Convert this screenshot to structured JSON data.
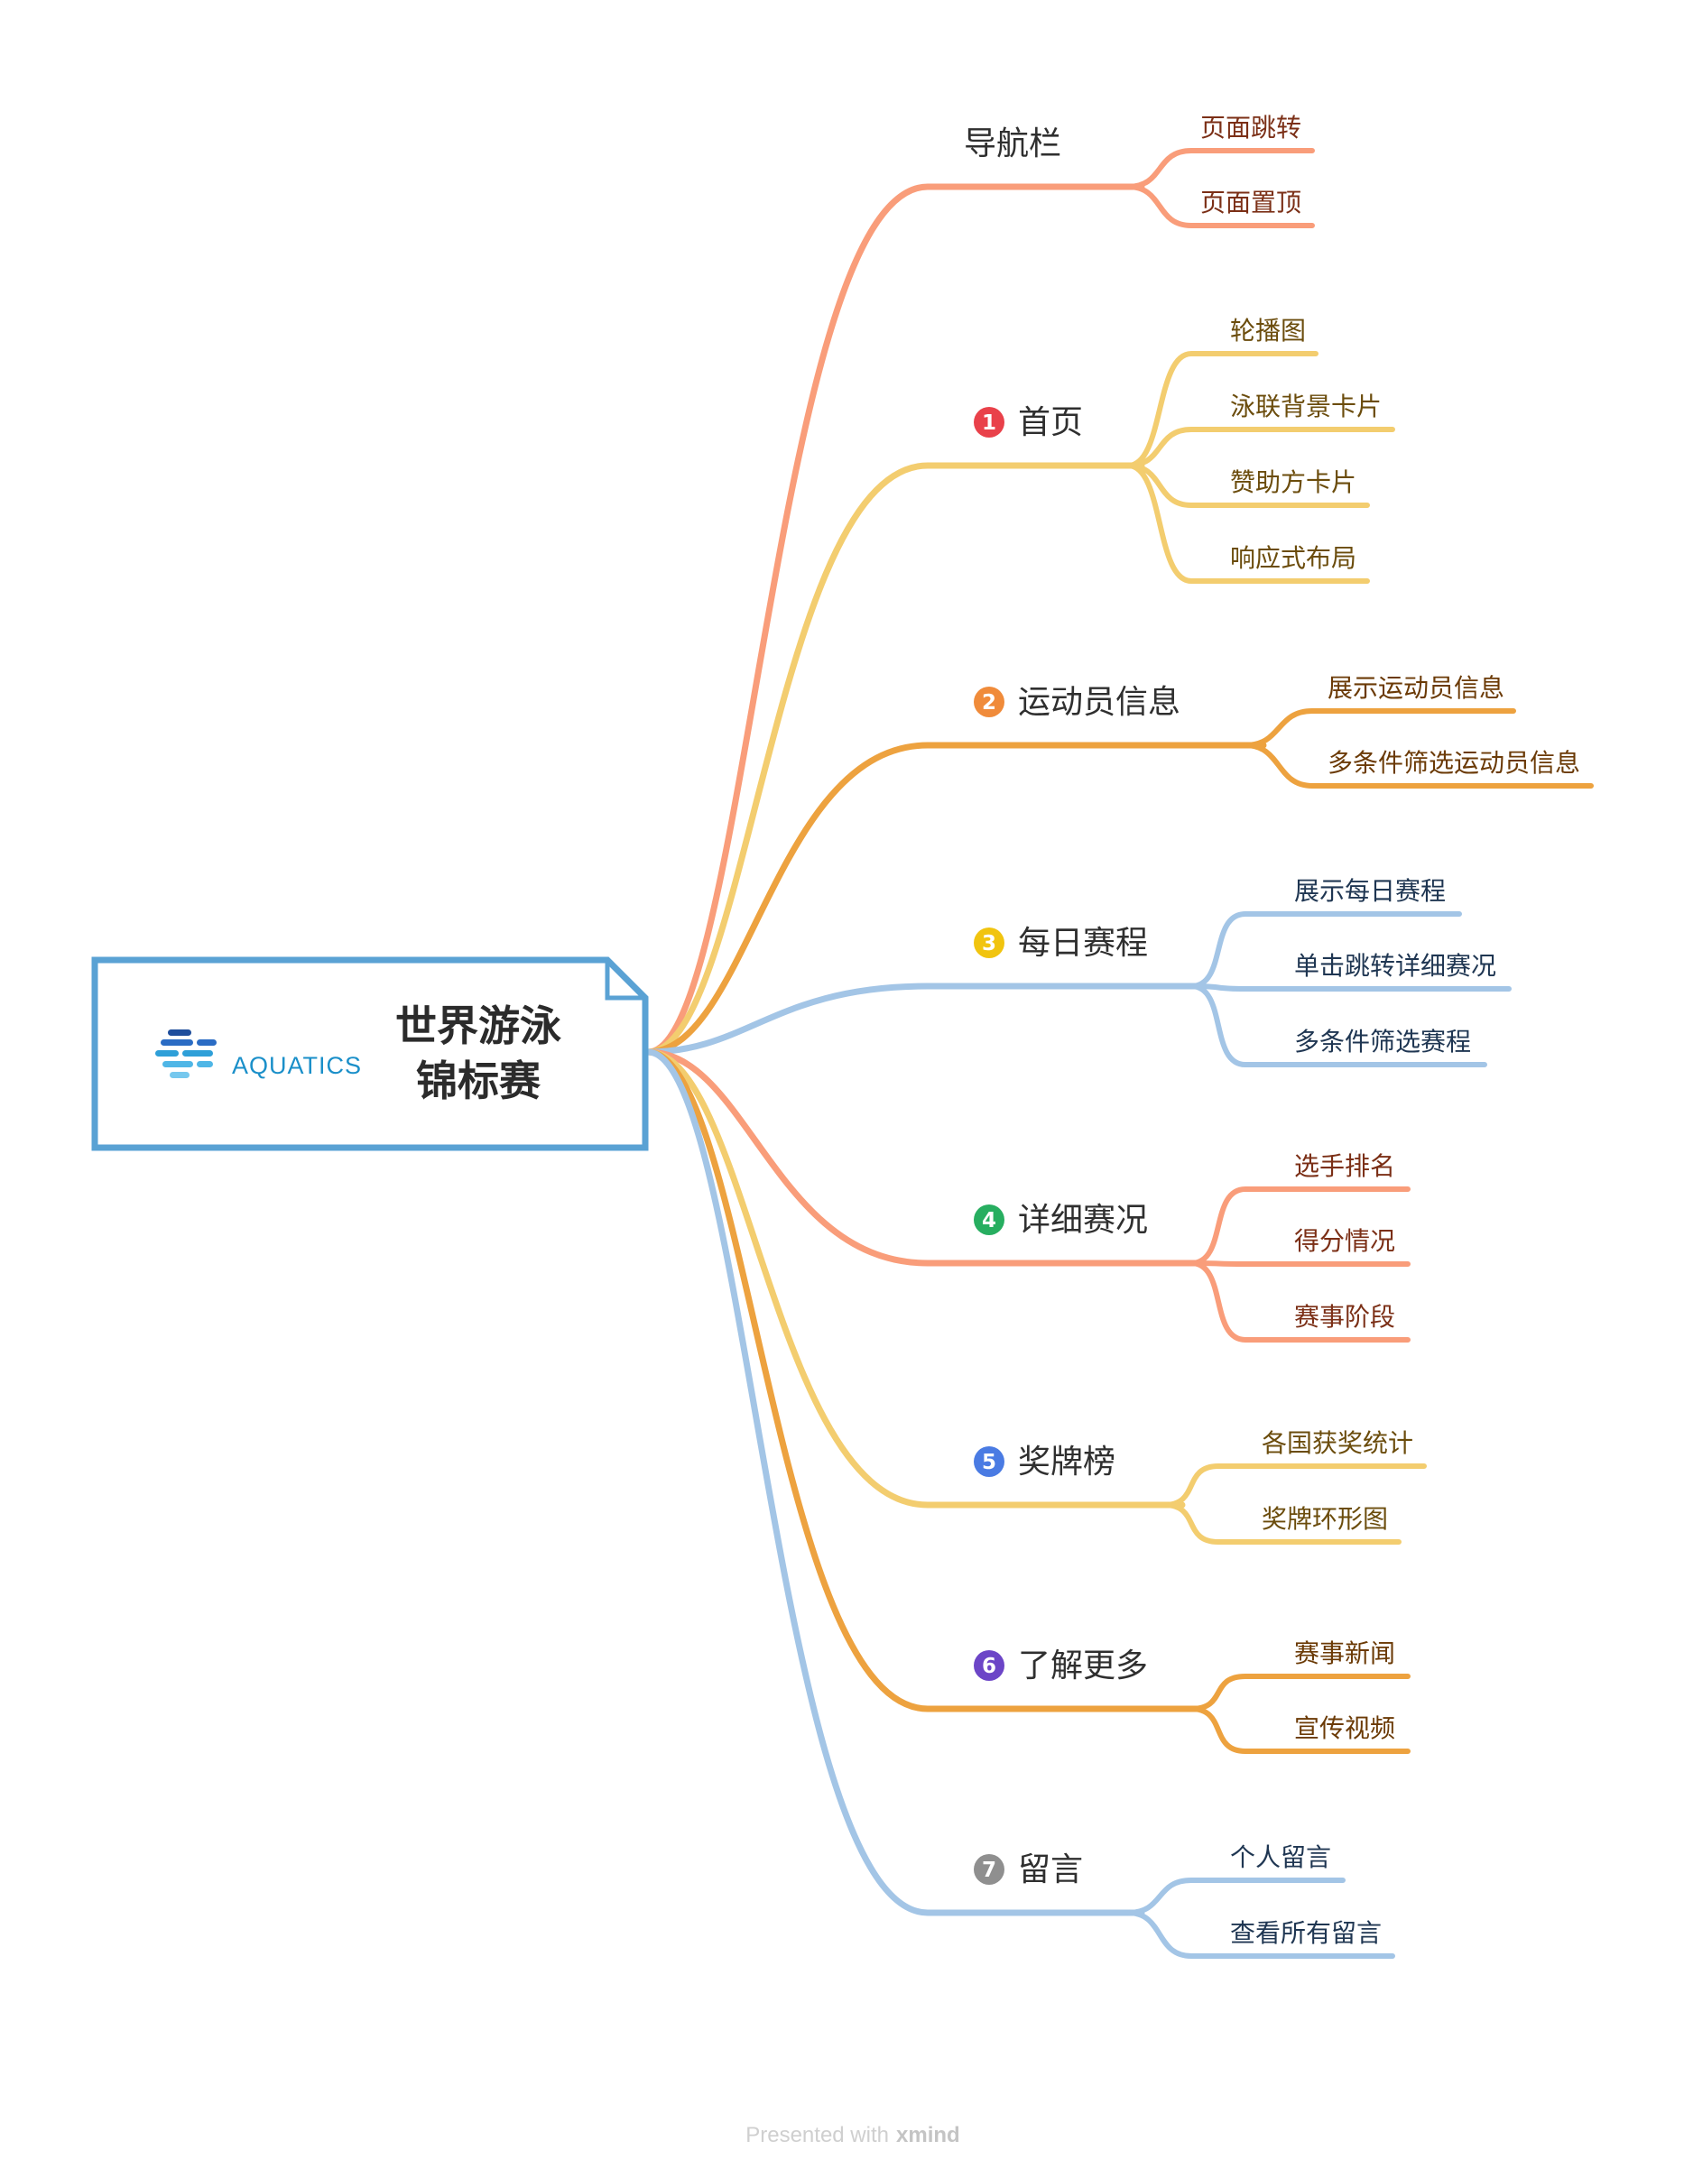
{
  "central": {
    "title_line1": "世界游泳",
    "title_line2": "锦标赛",
    "brand": "AQUATICS"
  },
  "colors": {
    "salmon": "#f99d7a",
    "yellow": "#f3cd6f",
    "orange": "#eda23f",
    "blue": "#a3c5e6",
    "frame": "#5aa2d4"
  },
  "branches": [
    {
      "label": "导航栏",
      "color": "#f99d7a",
      "text_color": "#7b2f16",
      "badge": "",
      "badge_color": "",
      "children": [
        "页面跳转",
        "页面置顶"
      ]
    },
    {
      "label": "首页",
      "color": "#f3cd6f",
      "text_color": "#6b4c0c",
      "badge": "1",
      "badge_color": "#e9414a",
      "children": [
        "轮播图",
        "泳联背景卡片",
        "赞助方卡片",
        "响应式布局"
      ]
    },
    {
      "label": "运动员信息",
      "color": "#eda23f",
      "text_color": "#6b3a06",
      "badge": "2",
      "badge_color": "#f08b3a",
      "children": [
        "展示运动员信息",
        "多条件筛选运动员信息"
      ]
    },
    {
      "label": "每日赛程",
      "color": "#a3c5e6",
      "text_color": "#1f3652",
      "badge": "3",
      "badge_color": "#f1c40f",
      "children": [
        "展示每日赛程",
        "单击跳转详细赛况",
        "多条件筛选赛程"
      ]
    },
    {
      "label": "详细赛况",
      "color": "#f99d7a",
      "text_color": "#7b2f16",
      "badge": "4",
      "badge_color": "#27ae60",
      "children": [
        "选手排名",
        "得分情况",
        "赛事阶段"
      ]
    },
    {
      "label": "奖牌榜",
      "color": "#f3cd6f",
      "text_color": "#6b4c0c",
      "badge": "5",
      "badge_color": "#4a7be3",
      "children": [
        "各国获奖统计",
        "奖牌环形图"
      ]
    },
    {
      "label": "了解更多",
      "color": "#eda23f",
      "text_color": "#6b3a06",
      "badge": "6",
      "badge_color": "#6c45c7",
      "children": [
        "赛事新闻",
        "宣传视频"
      ]
    },
    {
      "label": "留言",
      "color": "#a3c5e6",
      "text_color": "#1f3652",
      "badge": "7",
      "badge_color": "#8f8f8f",
      "children": [
        "个人留言",
        "查看所有留言"
      ]
    }
  ],
  "footer": {
    "prefix": "Presented with",
    "brand": "xmind"
  }
}
